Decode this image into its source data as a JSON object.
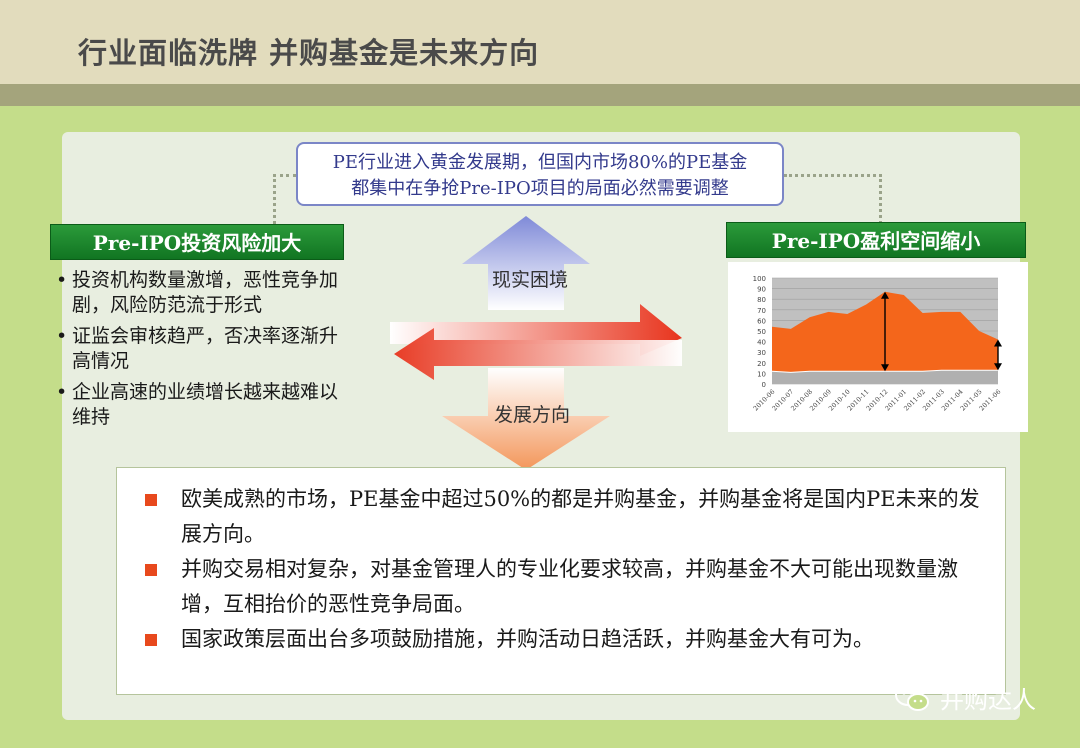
{
  "slide": {
    "title": "行业面临洗牌 并购基金是未来方向",
    "top_box": [
      "PE行业进入黄金发展期，但国内市场80%的PE基金",
      "都集中在争抢Pre-IPO项目的局面必然需要调整"
    ],
    "left_header": "Pre-IPO投资风险加大",
    "left_bullets": [
      "投资机构数量激增，恶性竞争加剧，风险防范流于形式",
      "证监会审核趋严，否决率逐渐升高情况",
      "企业高速的业绩增长越来越难以维持"
    ],
    "right_header": "Pre-IPO盈利空间缩小",
    "arrow_up_label": "现实困境",
    "arrow_down_label": "发展方向",
    "bottom_items": [
      "欧美成熟的市场，PE基金中超过50%的都是并购基金，并购基金将是国内PE未来的发展方向。",
      "并购交易相对复杂，对基金管理人的专业化要求较高，并购基金不大可能出现数量激增，互相抬价的恶性竞争局面。",
      "国家政策层面出台多项鼓励措施，并购活动日趋活跃，并购基金大有可为。"
    ],
    "footer": "并购达人",
    "colors": {
      "accent": "#e8491d",
      "green": "#1a8a2e",
      "chart_fill": "#f4661b"
    }
  },
  "chart_data": {
    "type": "area",
    "title": "",
    "xlabel": "",
    "ylabel": "",
    "ylim": [
      0,
      100
    ],
    "yticks": [
      0,
      10,
      20,
      30,
      40,
      50,
      60,
      70,
      80,
      90,
      100
    ],
    "categories": [
      "2010-06",
      "2010-07",
      "2010-08",
      "2010-09",
      "2010-10",
      "2010-11",
      "2010-12",
      "2011-01",
      "2011-02",
      "2011-03",
      "2011-04",
      "2011-05",
      "2011-06"
    ],
    "series": [
      {
        "values": [
          12,
          11,
          12,
          12,
          12,
          12,
          12,
          12,
          12,
          13,
          13,
          13,
          13
        ]
      },
      {
        "values": [
          54,
          52,
          63,
          68,
          66,
          75,
          87,
          84,
          67,
          68,
          68,
          50,
          42
        ]
      }
    ]
  }
}
